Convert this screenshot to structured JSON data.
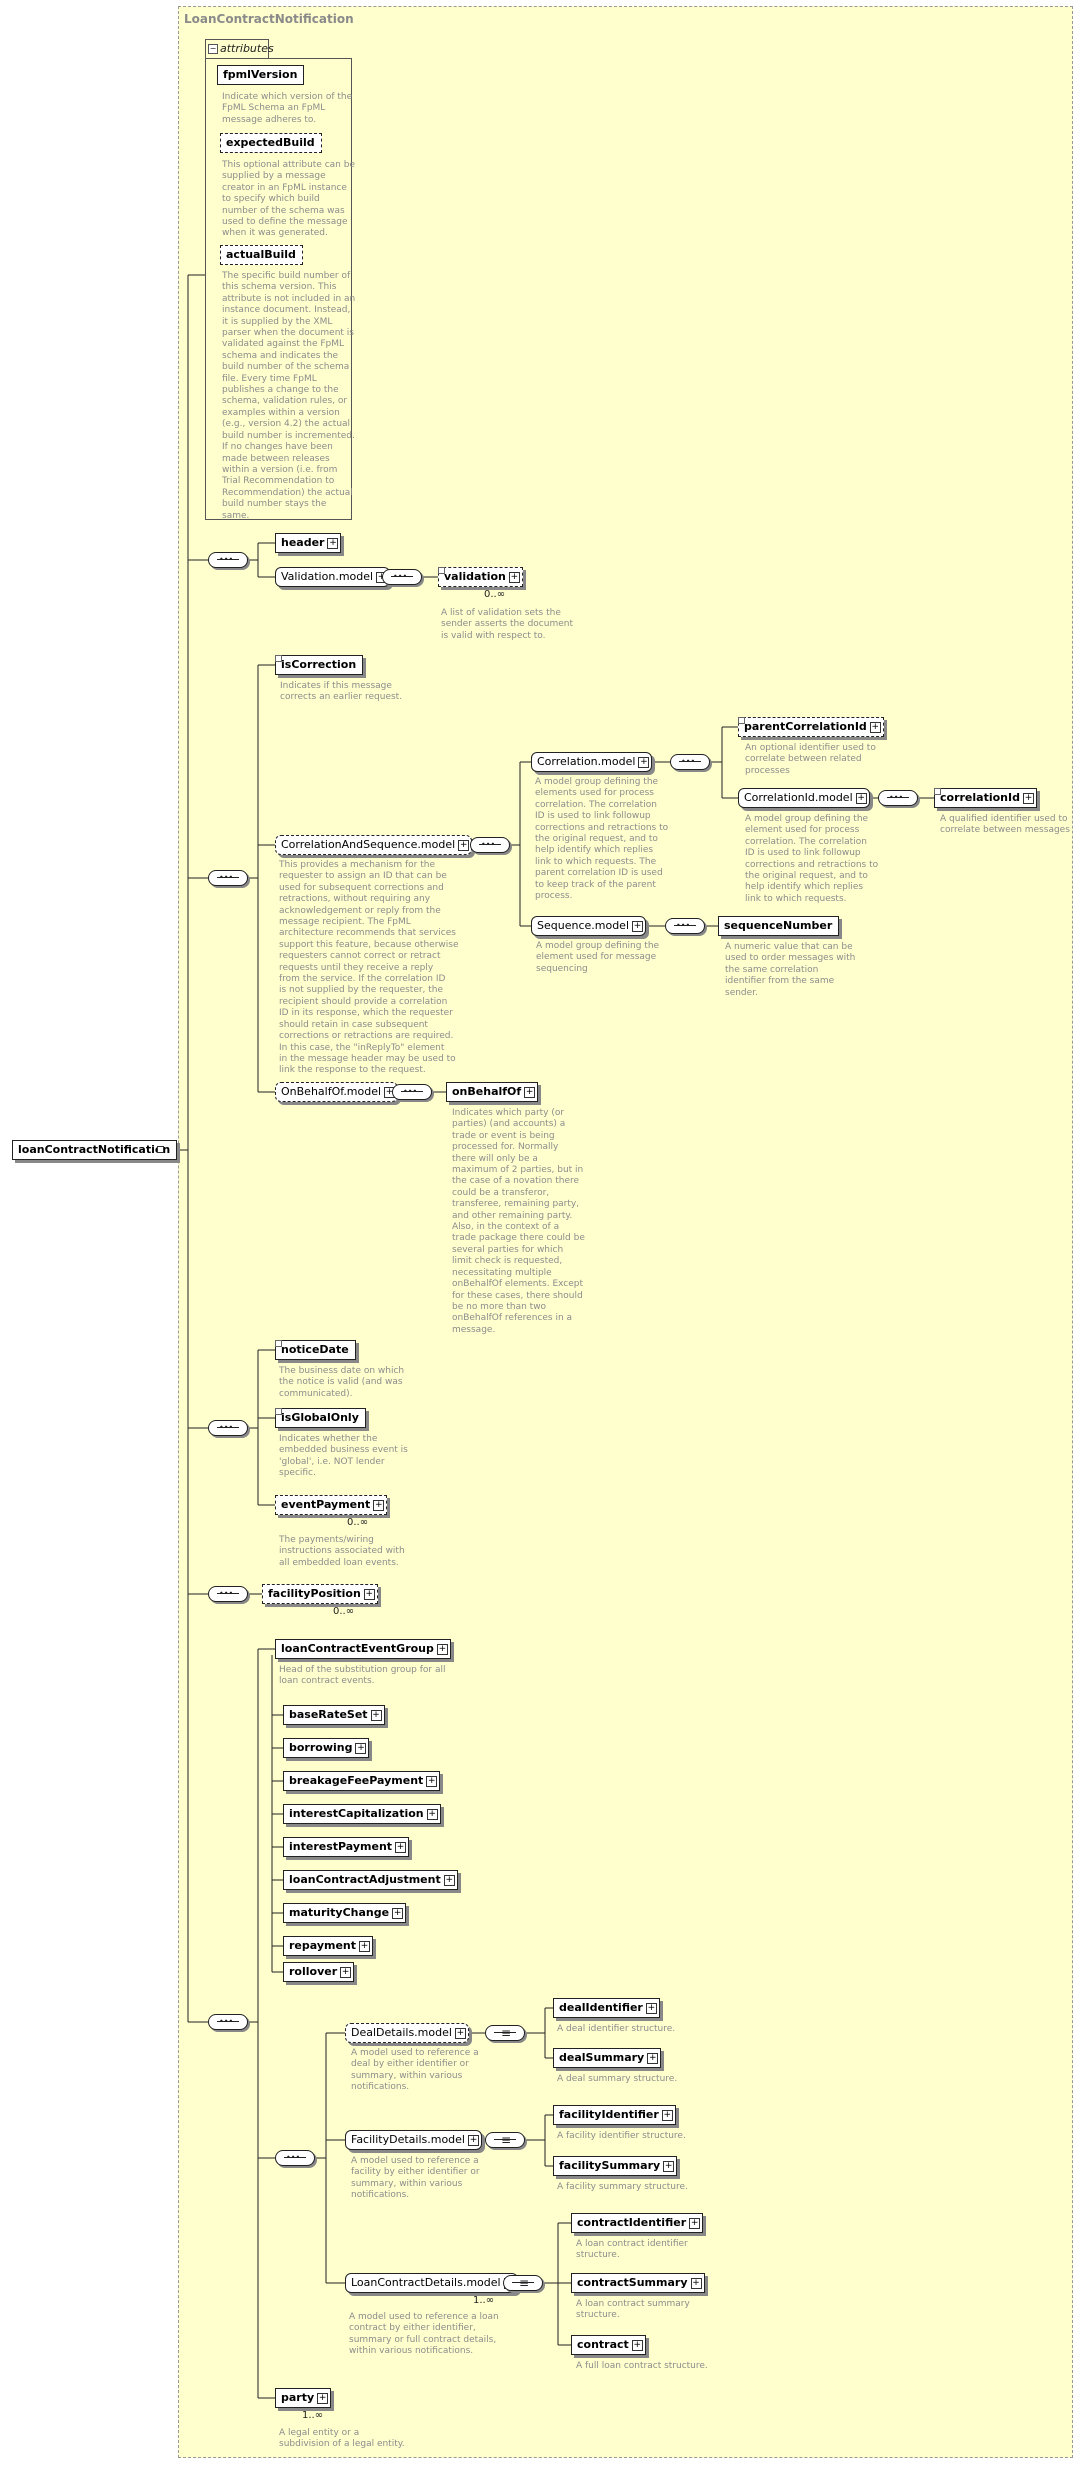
{
  "diagram": {
    "title": "LoanContractNotification",
    "root": "loanContractNotification",
    "attributes_tab": "attributes",
    "attributes": [
      {
        "name": "fpmlVersion",
        "desc": [
          "Indicate which version of the",
          "FpML Schema an FpML",
          "message adheres to."
        ]
      },
      {
        "name": "expectedBuild",
        "desc": [
          "This optional attribute can be",
          "supplied by a message",
          "creator in an FpML instance",
          "to specify which build",
          "number of the schema was",
          "used to define the message",
          "when it was generated."
        ]
      },
      {
        "name": "actualBuild",
        "desc": [
          "The specific build number of",
          "this schema version. This",
          "attribute is not included in an",
          "instance document. Instead,",
          "it is supplied by the XML",
          "parser when the document is",
          "validated against the FpML",
          "schema and indicates the",
          "build number of the schema",
          "file. Every time FpML",
          "publishes a change to the",
          "schema, validation rules, or",
          "examples within a version",
          "(e.g., version 4.2) the actual",
          "build number is incremented.",
          "If no changes have been",
          "made between releases",
          "within a version (i.e. from",
          "Trial Recommendation to",
          "Recommendation) the actual",
          "build number stays the",
          "same."
        ]
      }
    ],
    "header": "header",
    "validation_model": "Validation.model",
    "validation": {
      "name": "validation",
      "card": "0..∞",
      "desc": [
        "A list of validation sets the",
        "sender asserts the document",
        "is valid with respect to."
      ]
    },
    "isCorrection": {
      "name": "isCorrection",
      "desc": [
        "Indicates if this message",
        "corrects an earlier request."
      ]
    },
    "cas_model": {
      "name": "CorrelationAndSequence.model",
      "desc": [
        "This provides a mechanism for the",
        "requester to assign an ID that can be",
        "used for subsequent corrections and",
        "retractions, without requiring any",
        "acknowledgement or reply from the",
        "message recipient. The FpML",
        "architecture recommends that services",
        "support this feature, because otherwise",
        "requesters cannot correct or retract",
        "requests until they receive a reply",
        "from the service. If the correlation ID",
        "is not supplied by the requester, the",
        "recipient should provide a correlation",
        "ID in its response, which the requester",
        "should retain in case subsequent",
        "corrections or retractions are required.",
        "In this case, the \"inReplyTo\" element",
        "in the message header may be used to",
        "link the response to the request."
      ]
    },
    "correlation_model": {
      "name": "Correlation.model",
      "desc": [
        "A model group defining the",
        "elements used for process",
        "correlation. The correlation",
        "ID is used to link followup",
        "corrections and retractions to",
        "the original request, and to",
        "help identify which replies",
        "link to which requests. The",
        "parent correlation ID is used",
        "to keep track of the parent",
        "process."
      ]
    },
    "parentCorrelationId": {
      "name": "parentCorrelationId",
      "desc": [
        "An optional identifier used to",
        "correlate between related",
        "processes"
      ]
    },
    "correlationId_model": {
      "name": "CorrelationId.model",
      "desc": [
        "A model group defining the",
        "element used for process",
        "correlation. The correlation",
        "ID is used to link followup",
        "corrections and retractions to",
        "the original request, and to",
        "help identify which replies",
        "link to which requests."
      ]
    },
    "correlationId": {
      "name": "correlationId",
      "desc": [
        "A qualified identifier used to",
        "correlate between messages"
      ]
    },
    "sequence_model": {
      "name": "Sequence.model",
      "desc": [
        "A model group defining the",
        "element used for message",
        "sequencing"
      ]
    },
    "sequenceNumber": {
      "name": "sequenceNumber",
      "desc": [
        "A numeric value that can be",
        "used to order messages with",
        "the same correlation",
        "identifier from the same",
        "sender."
      ]
    },
    "onbehalf_model": "OnBehalfOf.model",
    "onBehalfOf": {
      "name": "onBehalfOf",
      "desc": [
        "Indicates which party (or",
        "parties) (and accounts) a",
        "trade or event is being",
        "processed for. Normally",
        "there will only be a",
        "maximum of 2 parties, but in",
        "the case of a novation there",
        "could be a transferor,",
        "transferee, remaining party,",
        "and other remaining party.",
        "Also, in the context of a",
        "trade package there could be",
        "several parties for which",
        "limit check is requested,",
        "necessitating multiple",
        "onBehalfOf elements. Except",
        "for these cases, there should",
        "be no more than two",
        "onBehalfOf references in a",
        "message."
      ]
    },
    "noticeDate": {
      "name": "noticeDate",
      "desc": [
        "The business date on which",
        "the notice is valid (and was",
        "communicated)."
      ]
    },
    "isGlobalOnly": {
      "name": "isGlobalOnly",
      "desc": [
        "Indicates whether the",
        "embedded business event is",
        "'global', i.e. NOT lender",
        "specific."
      ]
    },
    "eventPayment": {
      "name": "eventPayment",
      "card": "0..∞",
      "desc": [
        "The payments/wiring",
        "instructions associated with",
        "all embedded loan events."
      ]
    },
    "facilityPosition": {
      "name": "facilityPosition",
      "card": "0..∞"
    },
    "loanContractEventGroup": {
      "name": "loanContractEventGroup",
      "desc": [
        "Head of the substitution group for all",
        "loan contract events."
      ]
    },
    "subst_events": [
      "baseRateSet",
      "borrowing",
      "breakageFeePayment",
      "interestCapitalization",
      "interestPayment",
      "loanContractAdjustment",
      "maturityChange",
      "repayment",
      "rollover"
    ],
    "dealDetails_model": {
      "name": "DealDetails.model",
      "desc": [
        "A model used to reference a",
        "deal by either identifier or",
        "summary, within various",
        "notifications."
      ]
    },
    "dealIdentifier": {
      "name": "dealIdentifier",
      "desc": [
        "A deal identifier structure."
      ]
    },
    "dealSummary": {
      "name": "dealSummary",
      "desc": [
        "A deal summary structure."
      ]
    },
    "facilityDetails_model": {
      "name": "FacilityDetails.model",
      "desc": [
        "A model used to reference a",
        "facility by either identifier or",
        "summary, within various",
        "notifications."
      ]
    },
    "facilityIdentifier": {
      "name": "facilityIdentifier",
      "desc": [
        "A facility identifier structure."
      ]
    },
    "facilitySummary": {
      "name": "facilitySummary",
      "desc": [
        "A facility summary structure."
      ]
    },
    "loanContractDetails_model": {
      "name": "LoanContractDetails.model",
      "card": "1..∞",
      "desc": [
        "A model used to reference a loan",
        "contract by either identifier,",
        "summary or full contract details,",
        "within various notifications."
      ]
    },
    "contractIdentifier": {
      "name": "contractIdentifier",
      "desc": [
        "A loan contract identifier",
        "structure."
      ]
    },
    "contractSummary": {
      "name": "contractSummary",
      "desc": [
        "A loan contract summary",
        "structure."
      ]
    },
    "contract": {
      "name": "contract",
      "desc": [
        "A full loan contract structure."
      ]
    },
    "party": {
      "name": "party",
      "card": "1..∞",
      "desc": [
        "A legal entity or a",
        "subdivision of a legal entity."
      ]
    }
  }
}
